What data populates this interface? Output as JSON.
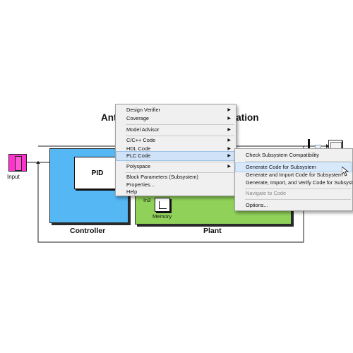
{
  "diagram": {
    "title_left": "Ant",
    "title_right": "ration",
    "input_label": "Input",
    "controller_label": "Controller",
    "plant_label": "Plant",
    "pid_label": "PID",
    "in3_label": "In3",
    "memory_label": "Memory"
  },
  "context_menu": {
    "items": [
      {
        "label": "Design Verifier",
        "submenu": true
      },
      {
        "label": "Coverage",
        "submenu": true
      },
      {
        "label": "Model Advisor",
        "submenu": true
      },
      {
        "label": "C/C++ Code",
        "submenu": true
      },
      {
        "label": "HDL Code",
        "submenu": true
      },
      {
        "label": "PLC Code",
        "submenu": true
      },
      {
        "label": "Polyspace",
        "submenu": true
      },
      {
        "label": "Block Parameters (Subsystem)",
        "submenu": false
      },
      {
        "label": "Properties...",
        "submenu": false
      },
      {
        "label": "Help",
        "submenu": false
      }
    ],
    "arrow_glyph": "▶"
  },
  "plc_submenu": {
    "items": [
      {
        "label": "Check Subsystem Compatibility"
      },
      {
        "label": "Generate Code for Subsystem"
      },
      {
        "label": "Generate and Import Code for Subsystem"
      },
      {
        "label": "Generate, Import, and Verify Code for Subsystem"
      },
      {
        "label": "Navigate to Code"
      },
      {
        "label": "Options..."
      }
    ]
  },
  "colors": {
    "controller_fill": "#55b8f5",
    "plant_fill": "#8fd159",
    "input_fill": "#ff33cc",
    "menu_bg": "#f0f0f0",
    "highlight": "#cfe2f7"
  }
}
